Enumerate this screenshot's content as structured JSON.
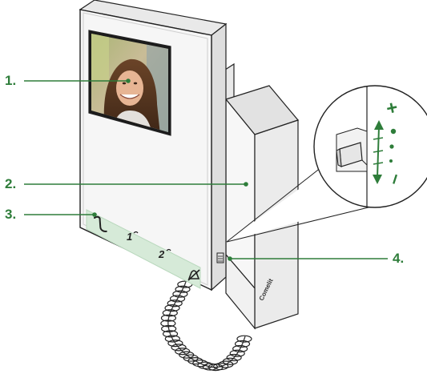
{
  "callouts": [
    {
      "number": "1.",
      "meaning": "video display"
    },
    {
      "number": "2.",
      "meaning": "handset body"
    },
    {
      "number": "3.",
      "meaning": "touch key bar"
    },
    {
      "number": "4.",
      "meaning": "volume switch"
    }
  ],
  "brand": "Comelit",
  "volume_switch": {
    "plus_label": "+",
    "minus_label": "–"
  },
  "touch_keys": [
    "handset-icon",
    "key-1",
    "key-2",
    "mute-bell-icon"
  ],
  "key_labels": {
    "key1": "1",
    "key2": "2"
  },
  "colors": {
    "callout": "#2e7d3a",
    "touch_bar": "#d6ead8",
    "device": "#f4f4f4",
    "outline": "#222222"
  }
}
